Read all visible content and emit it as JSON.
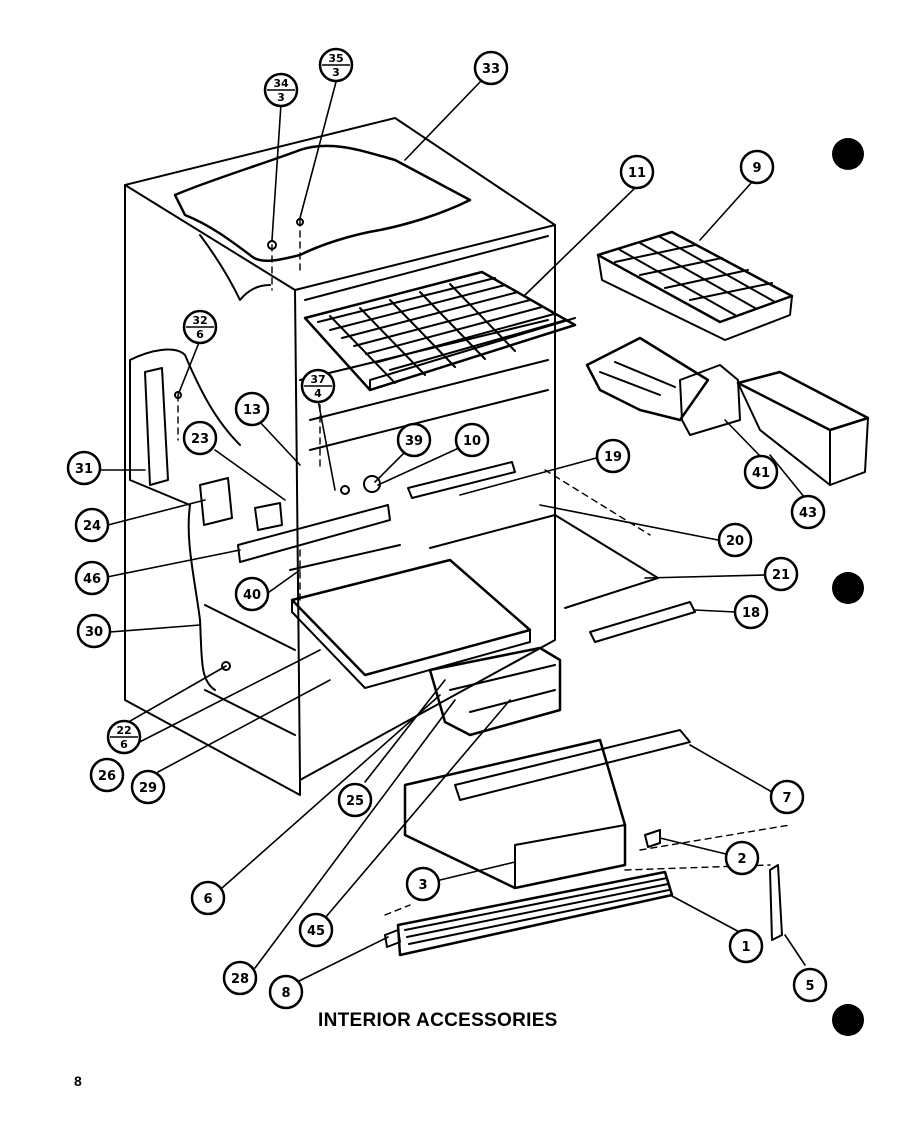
{
  "caption": "INTERIOR ACCESSORIES",
  "page_number": "8",
  "callouts": [
    {
      "label": "1"
    },
    {
      "label": "2"
    },
    {
      "label": "3"
    },
    {
      "label": "5"
    },
    {
      "label": "6"
    },
    {
      "label": "7"
    },
    {
      "label": "8"
    },
    {
      "label": "9"
    },
    {
      "label": "10"
    },
    {
      "label": "11"
    },
    {
      "label": "13"
    },
    {
      "label": "18"
    },
    {
      "label": "19"
    },
    {
      "label": "20"
    },
    {
      "label": "21"
    },
    {
      "label": "23"
    },
    {
      "label": "24"
    },
    {
      "label": "25"
    },
    {
      "label": "26"
    },
    {
      "label": "28"
    },
    {
      "label": "29"
    },
    {
      "label": "30"
    },
    {
      "label": "31"
    },
    {
      "label": "33"
    },
    {
      "label": "40"
    },
    {
      "label": "41"
    },
    {
      "label": "43"
    },
    {
      "label": "45"
    },
    {
      "label": "46"
    }
  ],
  "fraction_callouts": [
    {
      "top": "34",
      "bottom": "3"
    },
    {
      "top": "35",
      "bottom": "3"
    },
    {
      "top": "32",
      "bottom": "6"
    },
    {
      "top": "37",
      "bottom": "4"
    },
    {
      "top": "22",
      "bottom": "6"
    },
    {
      "top": "39",
      "bottom": ""
    }
  ]
}
